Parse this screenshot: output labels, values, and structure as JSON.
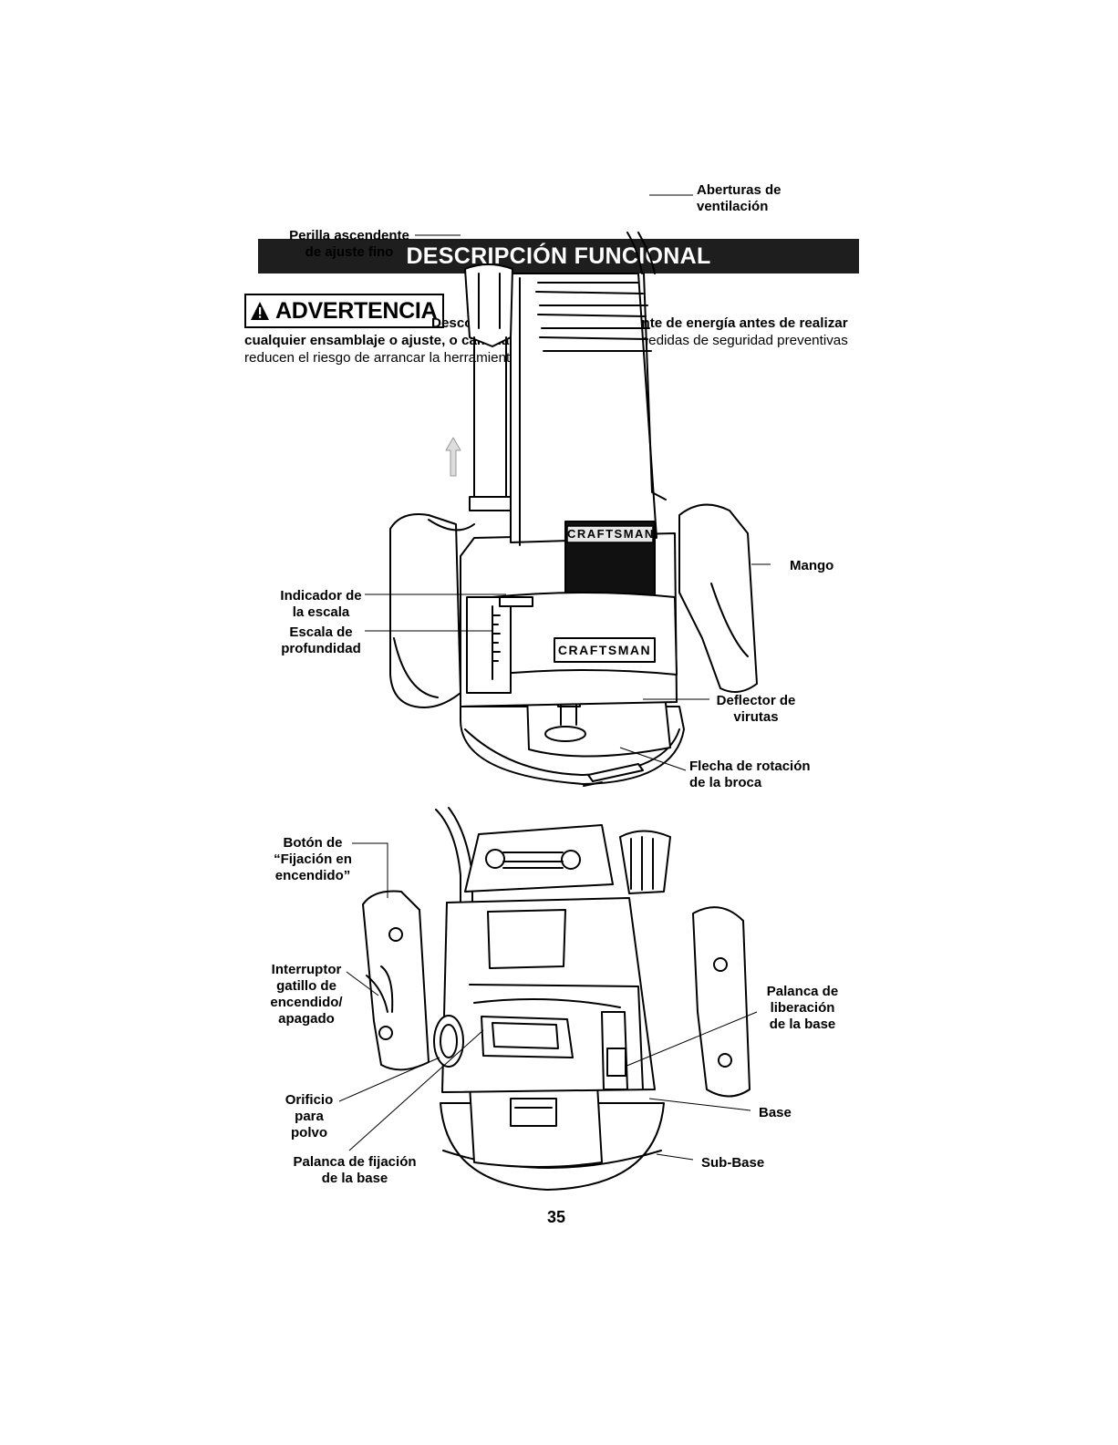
{
  "header": {
    "title": "DESCRIPCIÓN FUNCIONAL"
  },
  "warning": {
    "badge": "ADVERTENCIA",
    "line1": "Desconecte el enchufe de la fuente de energía antes de realizar",
    "bold2": "cualquier ensamblaje o ajuste, o cambiar accesorios.",
    "rest2": " Estas medidas de seguridad preventivas reducen el riesgo de arrancar la herramienta accidentalmente."
  },
  "diagram1": {
    "brand_top": "CRAFTSMAN",
    "brand_bottom": "CRAFTSMAN",
    "labels": {
      "perilla_1": "Perilla ascendente",
      "perilla_2": "de ajuste fino",
      "aberturas_1": "Aberturas de",
      "aberturas_2": "ventilación",
      "mango": "Mango",
      "indicador_1": "Indicador de",
      "indicador_2": "la escala",
      "escala_1": "Escala de",
      "escala_2": "profundidad",
      "deflector_1": "Deflector de",
      "deflector_2": "virutas",
      "flecha_1": "Flecha de rotación",
      "flecha_2": "de la broca"
    }
  },
  "diagram2": {
    "labels": {
      "boton_1": "Botón de",
      "boton_2": "“Fijación en",
      "boton_3": "encendido”",
      "interruptor_1": "Interruptor",
      "interruptor_2": "gatillo de",
      "interruptor_3": "encendido/",
      "interruptor_4": "apagado",
      "palanca_lib_1": "Palanca de",
      "palanca_lib_2": "liberación",
      "palanca_lib_3": "de la base",
      "orificio_1": "Orificio",
      "orificio_2": "para",
      "orificio_3": "polvo",
      "base": "Base",
      "palanca_fij_1": "Palanca de fijación",
      "palanca_fij_2": "de la base",
      "subbase": "Sub-Base"
    }
  },
  "footer": {
    "page_number": "35"
  }
}
